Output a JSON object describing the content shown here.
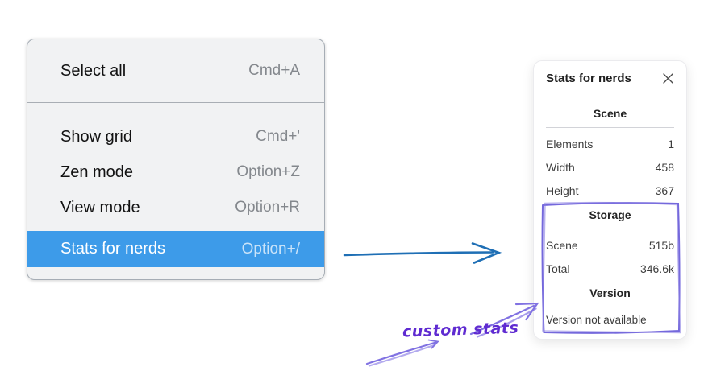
{
  "colors": {
    "menu_highlight_blue": "#3d9be9",
    "menu_background": "#f1f2f3",
    "flow_arrow_blue": "#1f6fb5",
    "sketch_box_violet": "#7468dc",
    "annotation_text_violet": "#5f2bd1"
  },
  "menu": {
    "sections": [
      {
        "items": [
          {
            "label": "Select all",
            "shortcut": "Cmd+A"
          }
        ]
      },
      {
        "items": [
          {
            "label": "Show grid",
            "shortcut": "Cmd+'"
          },
          {
            "label": "Zen mode",
            "shortcut": "Option+Z"
          },
          {
            "label": "View mode",
            "shortcut": "Option+R"
          },
          {
            "label": "Stats for nerds",
            "shortcut": "Option+/",
            "selected": true
          }
        ]
      }
    ]
  },
  "stats_panel": {
    "title": "Stats for nerds",
    "close_icon": "x-mark-icon",
    "sections": [
      {
        "header": "Scene",
        "rows": [
          {
            "label": "Elements",
            "value": "1"
          },
          {
            "label": "Width",
            "value": "458"
          },
          {
            "label": "Height",
            "value": "367"
          }
        ]
      },
      {
        "header": "Storage",
        "rows": [
          {
            "label": "Scene",
            "value": "515b"
          },
          {
            "label": "Total",
            "value": "346.6k"
          }
        ]
      },
      {
        "header": "Version",
        "note": "Version not available"
      }
    ]
  },
  "annotations": {
    "custom_stats_label": "custom stats"
  }
}
